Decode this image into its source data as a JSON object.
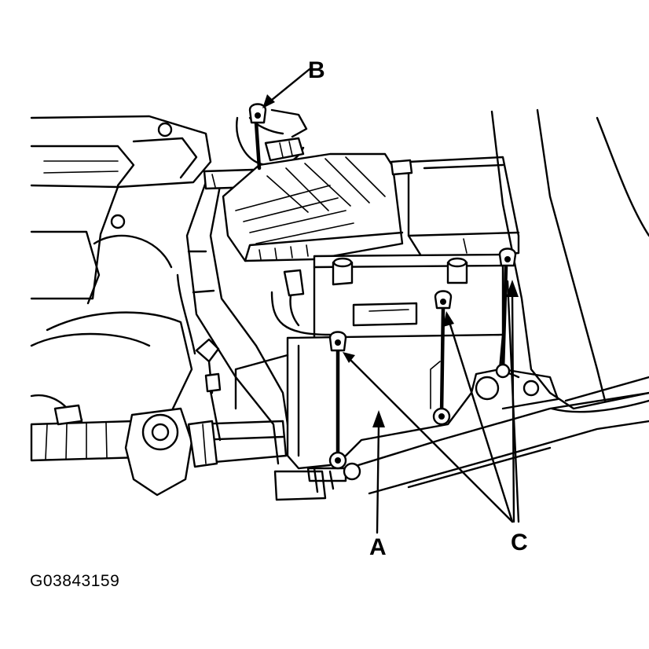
{
  "figure": {
    "id_label": "G03843159"
  },
  "callouts": {
    "a": "A",
    "b": "B",
    "c": "C"
  },
  "colors": {
    "line": "#000000",
    "background": "#ffffff"
  }
}
